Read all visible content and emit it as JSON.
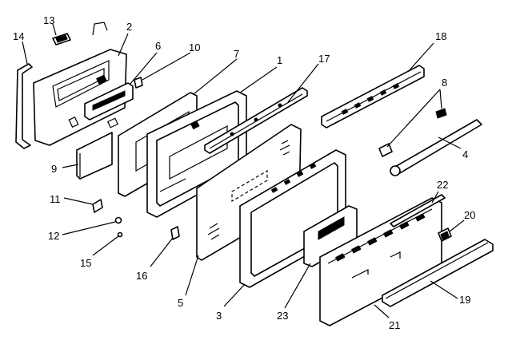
{
  "callouts": [
    {
      "id": "13",
      "text": "13"
    },
    {
      "id": "14",
      "text": "14"
    },
    {
      "id": "2",
      "text": "2"
    },
    {
      "id": "6",
      "text": "6"
    },
    {
      "id": "10",
      "text": "10"
    },
    {
      "id": "7",
      "text": "7"
    },
    {
      "id": "1",
      "text": "1"
    },
    {
      "id": "17",
      "text": "17"
    },
    {
      "id": "18",
      "text": "18"
    },
    {
      "id": "8",
      "text": "8"
    },
    {
      "id": "4",
      "text": "4"
    },
    {
      "id": "9",
      "text": "9"
    },
    {
      "id": "11",
      "text": "11"
    },
    {
      "id": "12",
      "text": "12"
    },
    {
      "id": "15",
      "text": "15"
    },
    {
      "id": "16",
      "text": "16"
    },
    {
      "id": "5",
      "text": "5"
    },
    {
      "id": "3",
      "text": "3"
    },
    {
      "id": "23",
      "text": "23"
    },
    {
      "id": "22",
      "text": "22"
    },
    {
      "id": "20",
      "text": "20"
    },
    {
      "id": "19",
      "text": "19"
    },
    {
      "id": "21",
      "text": "21"
    }
  ]
}
